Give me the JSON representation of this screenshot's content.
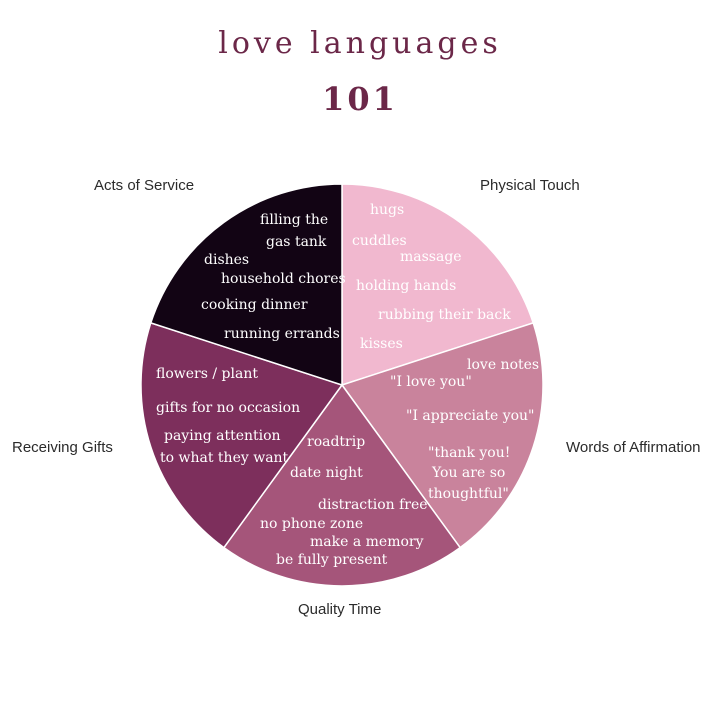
{
  "title": {
    "line1": "love languages",
    "line2": "101"
  },
  "slices": [
    {
      "category": "Physical Touch",
      "color": "#f1b8cf",
      "text_color": "#ffffff",
      "items": [
        "hugs",
        "cuddles",
        "massage",
        "holding hands",
        "rubbing their back",
        "kisses"
      ]
    },
    {
      "category": "Words of Affirmation",
      "color": "#c9839c",
      "text_color": "#ffffff",
      "items": [
        "love notes",
        "\"I love you\"",
        "\"I appreciate you\"",
        "\"thank you!",
        "You are so",
        "thoughtful\""
      ]
    },
    {
      "category": "Quality Time",
      "color": "#a5557a",
      "text_color": "#ffffff",
      "items": [
        "roadtrip",
        "date night",
        "distraction free",
        "no phone zone",
        "make a memory",
        "be fully present"
      ]
    },
    {
      "category": "Receiving Gifts",
      "color": "#7d2f5c",
      "text_color": "#ffffff",
      "items": [
        "flowers / plant",
        "gifts for no occasion",
        "paying attention",
        "to what they want"
      ]
    },
    {
      "category": "Acts of Service",
      "color": "#120414",
      "text_color": "#ffffff",
      "items": [
        "filling the",
        "gas tank",
        "dishes",
        "household chores",
        "cooking dinner",
        "running errands"
      ]
    }
  ]
}
